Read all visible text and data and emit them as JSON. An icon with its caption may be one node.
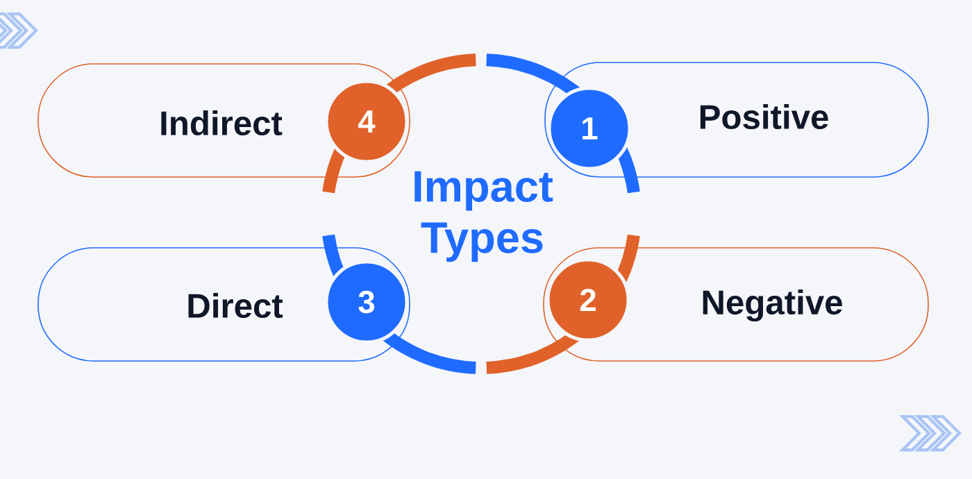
{
  "diagram": {
    "title": "Impact Types",
    "nodes": [
      {
        "text": [
          "Indirect"
        ]
      },
      {
        "text": [
          "4"
        ],
        "in": 0
      },
      {
        "text": [
          "1"
        ],
        "in": 3
      },
      {
        "text": [
          "Positive"
        ]
      },
      {
        "text": [
          "Direct"
        ]
      },
      {
        "text": [
          "3"
        ],
        "in": 4
      },
      {
        "text": [
          "2"
        ],
        "in": 7
      },
      {
        "text": [
          "Negative"
        ]
      }
    ],
    "edges": []
  }
}
